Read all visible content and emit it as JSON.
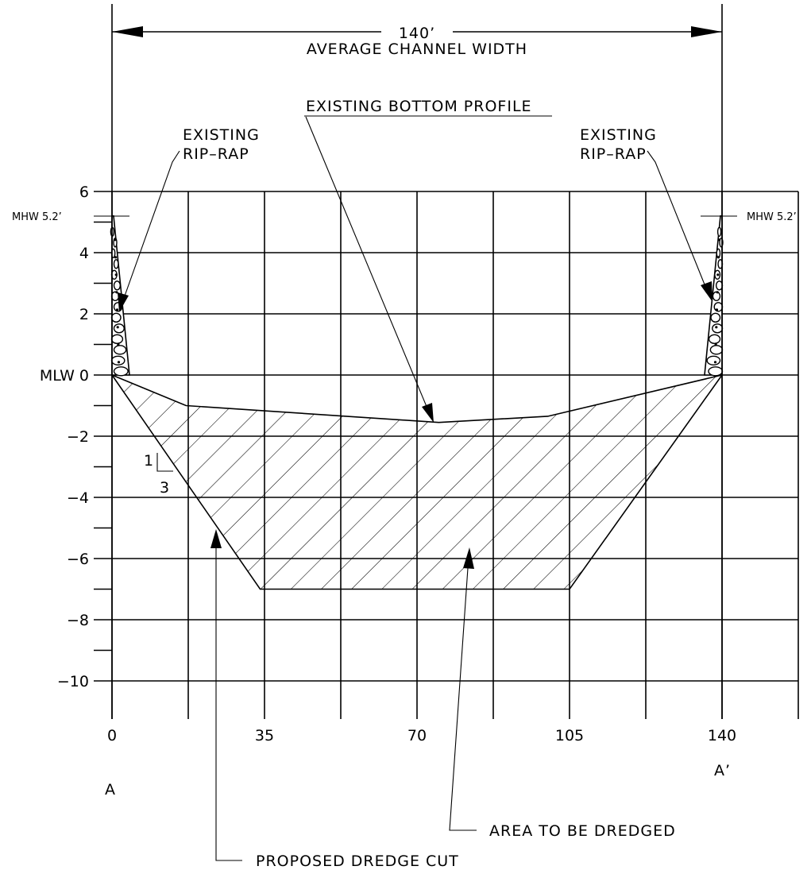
{
  "dimension": {
    "value": "140’",
    "label": "AVERAGE CHANNEL WIDTH"
  },
  "labels": {
    "existing_riprap_left": [
      "EXISTING",
      "RIP–RAP"
    ],
    "existing_riprap_right": [
      "EXISTING",
      "RIP–RAP"
    ],
    "existing_bottom_profile": "EXISTING BOTTOM PROFILE",
    "proposed_dredge_cut": "PROPOSED DREDGE CUT",
    "area_to_be_dredged": "AREA TO BE DREDGED",
    "mhw_left": "MHW 5.2’",
    "mhw_right": "MHW 5.2’",
    "slope_rise": "1",
    "slope_run": "3",
    "section_start": "A",
    "section_end": "A’"
  },
  "axes": {
    "y_ticks": [
      {
        "value": 6,
        "label": "6"
      },
      {
        "value": 4,
        "label": "4"
      },
      {
        "value": 2,
        "label": "2"
      },
      {
        "value": 0,
        "label": "MLW 0"
      },
      {
        "value": -2,
        "label": "−2"
      },
      {
        "value": -4,
        "label": "−4"
      },
      {
        "value": -6,
        "label": "−6"
      },
      {
        "value": -8,
        "label": "−8"
      },
      {
        "value": -10,
        "label": "−10"
      }
    ],
    "x_ticks": [
      {
        "value": 0,
        "label": "0"
      },
      {
        "value": 35,
        "label": "35"
      },
      {
        "value": 70,
        "label": "70"
      },
      {
        "value": 105,
        "label": "105"
      },
      {
        "value": 140,
        "label": "140"
      }
    ]
  },
  "profiles": {
    "existing_bottom": [
      [
        0,
        0
      ],
      [
        17,
        -1
      ],
      [
        75,
        -1.55
      ],
      [
        100,
        -1.35
      ],
      [
        140,
        0
      ]
    ],
    "proposed_dredge_cut_left": [
      [
        0,
        0
      ],
      [
        34,
        -7
      ]
    ],
    "proposed_dredge_cut_bottom": [
      [
        34,
        -7
      ],
      [
        105,
        -7
      ]
    ],
    "proposed_dredge_cut_right": [
      [
        105,
        -7
      ],
      [
        140,
        0
      ]
    ]
  }
}
